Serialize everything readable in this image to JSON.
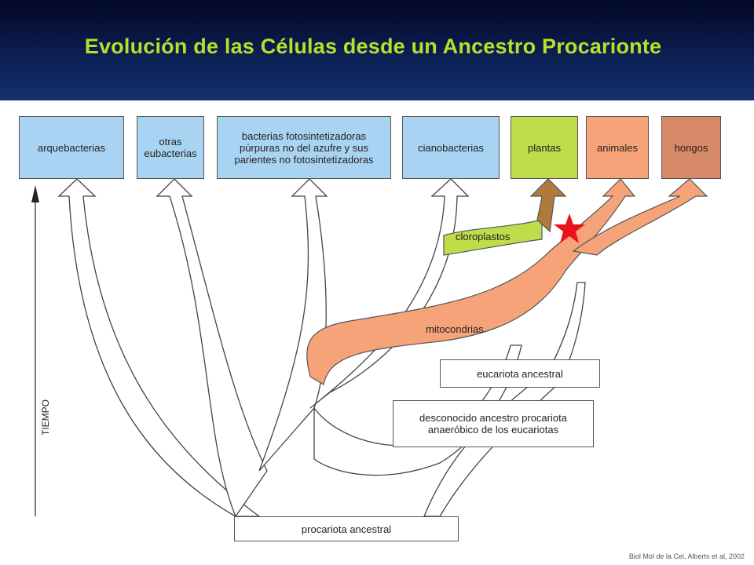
{
  "title": "Evolución de las Células desde un Ancestro Procarionte",
  "groups": {
    "arquebacterias": "arquebacterias",
    "otras": "otras eubacterias",
    "bacterias": "bacterias fotosintetizadoras púrpuras no del azufre y sus parientes no fotosintetizadoras",
    "cianobacterias": "cianobacterias",
    "plantas": "plantas",
    "animales": "animales",
    "hongos": "hongos"
  },
  "labels": {
    "cloroplastos": "cloroplastos",
    "mitocondrias": "mitocondrias",
    "eucariota": "eucariota ancestral",
    "desconocido": "desconocido ancestro procariota anaeróbico de los eucariotas",
    "procariota": "procariota ancestral",
    "tiempo": "TIEMPO"
  },
  "credit": "Biol Mol de la Cel, Alberts et al, 2002",
  "colors": {
    "title": "#b8e02a",
    "star": "#e8141b",
    "orange": "#f6a37a",
    "green": "#bfdc4a",
    "blue": "#a9d3f2"
  }
}
